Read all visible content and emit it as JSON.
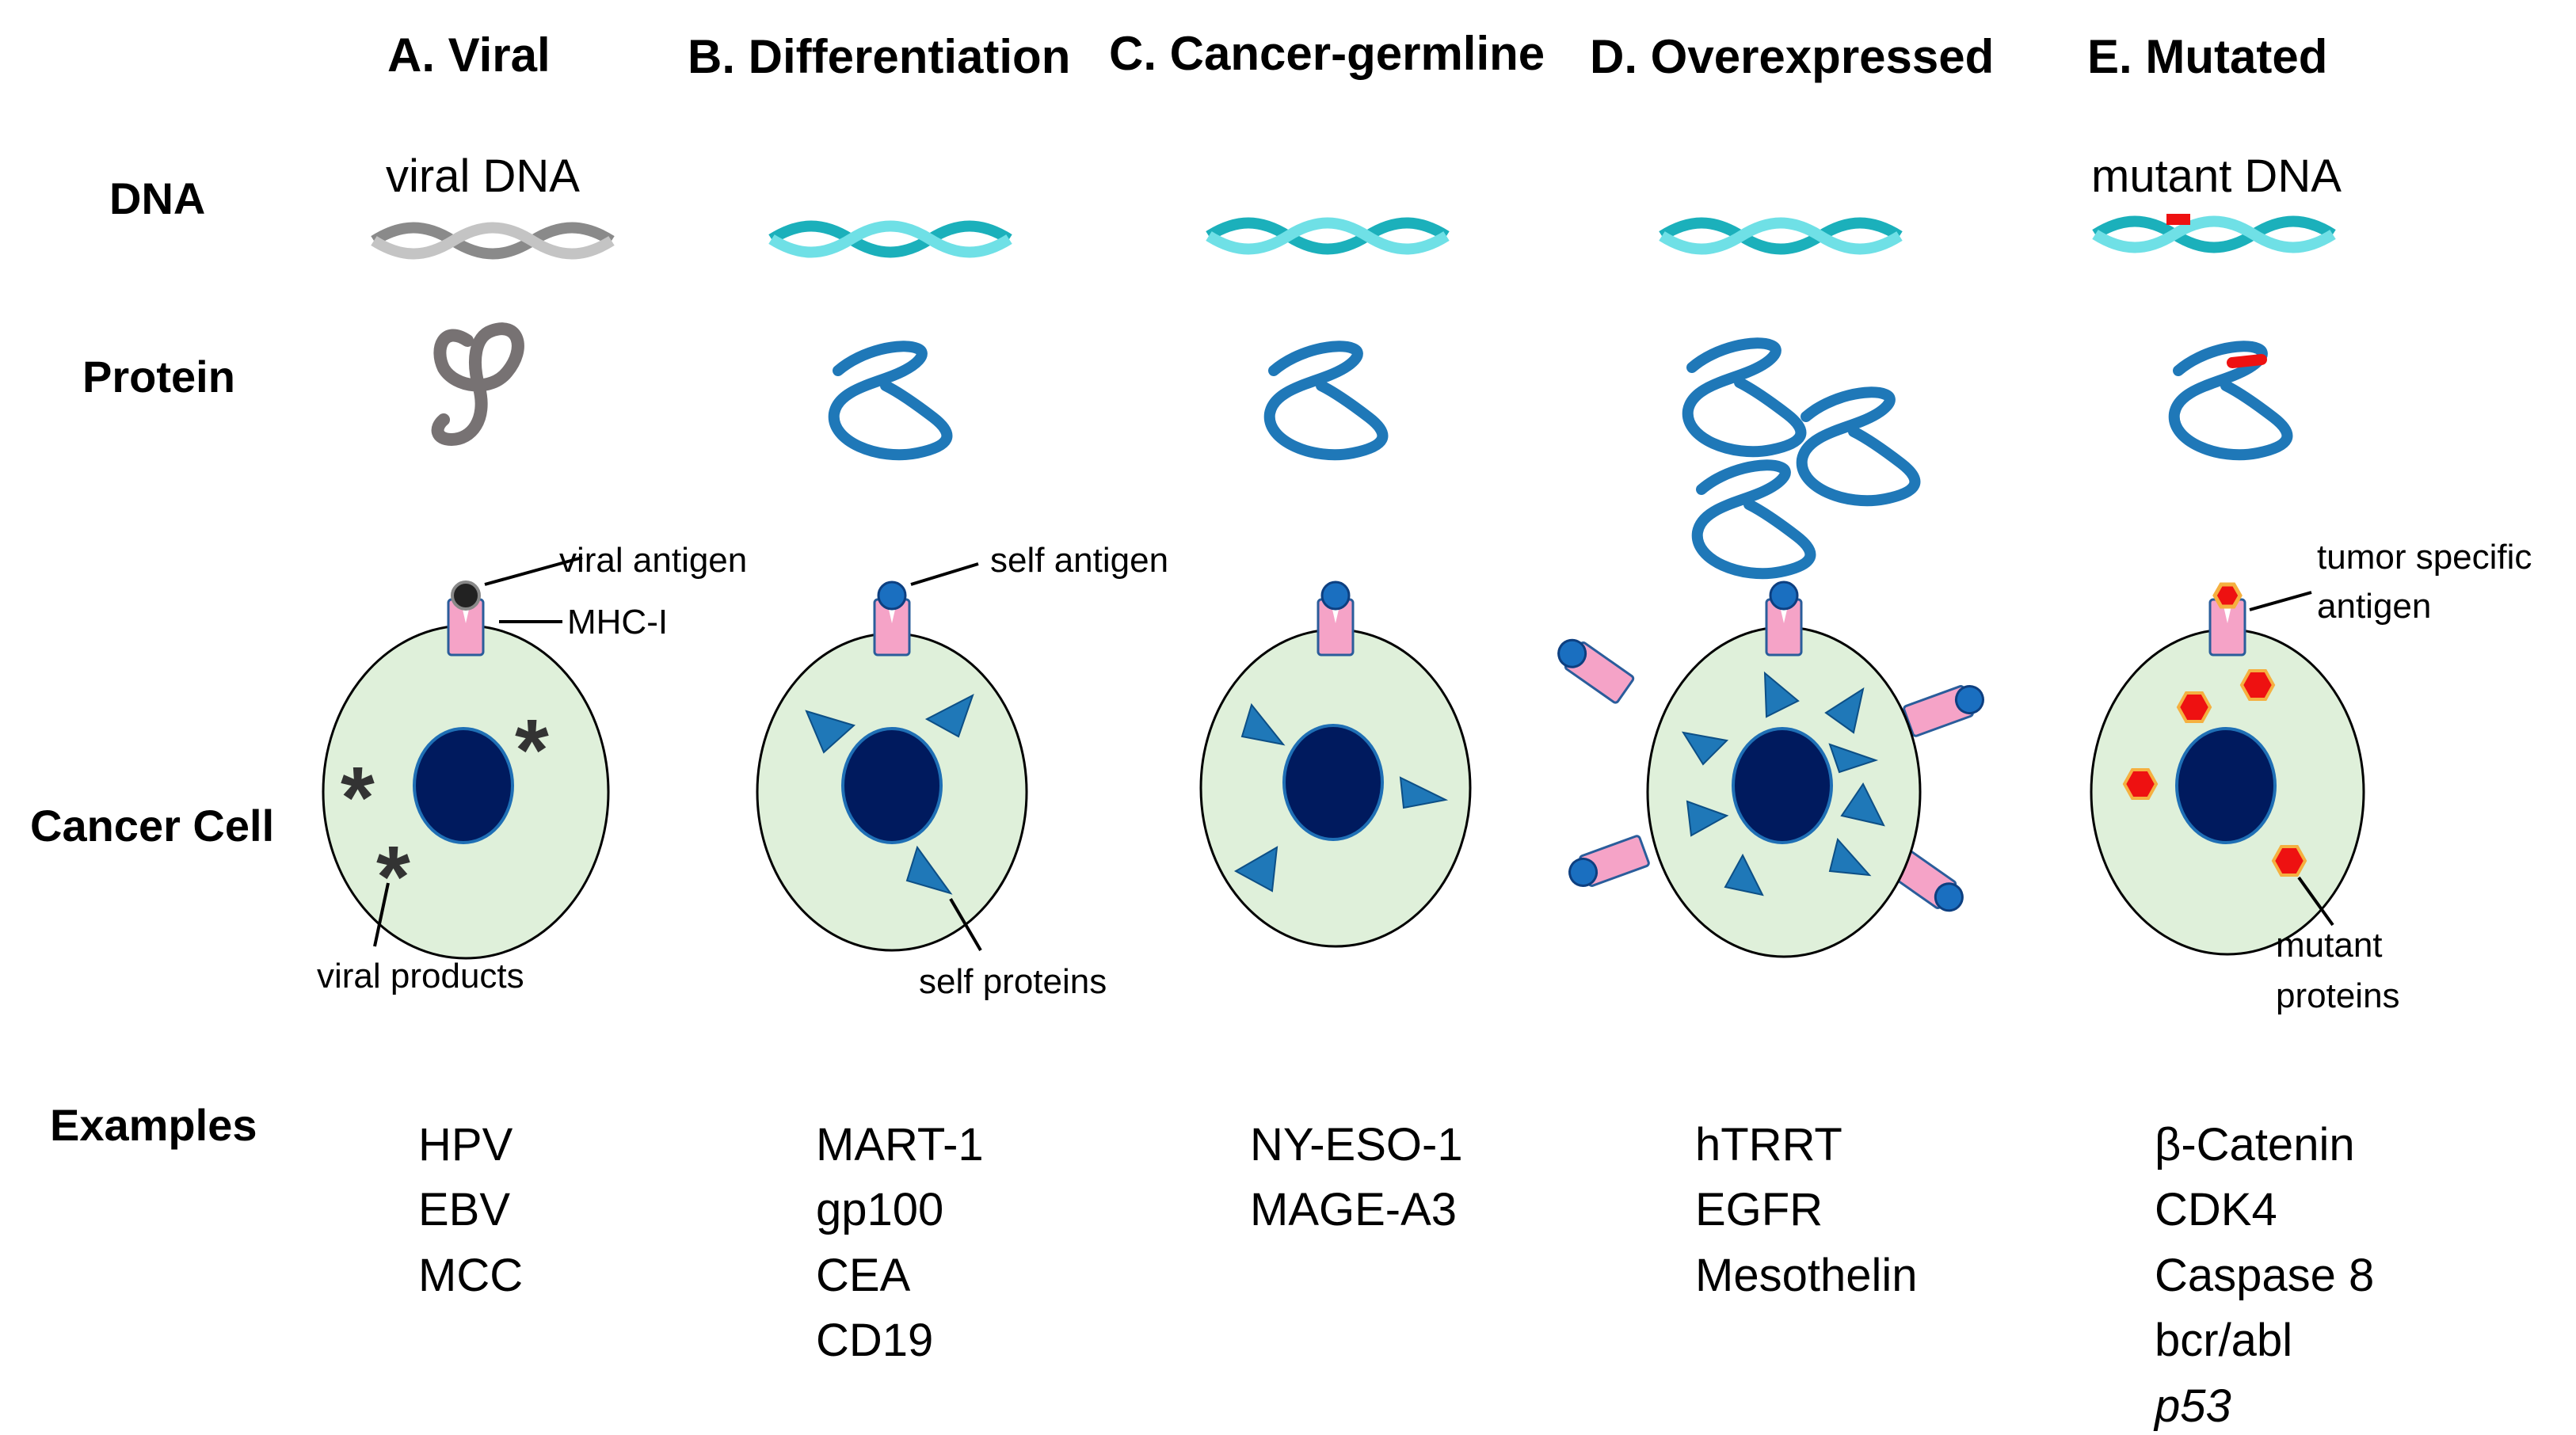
{
  "columns": [
    {
      "title": "A. Viral",
      "dna_label": "viral DNA",
      "examples": [
        "HPV",
        "EBV",
        "MCC"
      ]
    },
    {
      "title": "B. Differentiation",
      "dna_label": "",
      "examples": [
        "MART-1",
        "gp100",
        "CEA",
        "CD19"
      ]
    },
    {
      "title": "C. Cancer-germline",
      "dna_label": "",
      "examples": [
        "NY-ESO-1",
        "MAGE-A3"
      ]
    },
    {
      "title": "D. Overexpressed",
      "dna_label": "",
      "examples": [
        "hTRRT",
        "EGFR",
        "Mesothelin"
      ]
    },
    {
      "title": "E. Mutated",
      "dna_label": "mutant DNA",
      "examples": [
        "β-Catenin",
        "CDK4",
        "Caspase 8",
        "bcr/abl",
        "p53"
      ]
    }
  ],
  "rows": {
    "dna": "DNA",
    "protein": "Protein",
    "cancer_cell": "Cancer Cell",
    "examples": "Examples"
  },
  "callouts": {
    "viral_antigen": "viral antigen",
    "mhc_i": "MHC-I",
    "viral_products": "viral products",
    "self_antigen": "self antigen",
    "self_proteins": "self proteins",
    "tumor_specific_antigen_line1": "tumor specific",
    "tumor_specific_antigen_line2": "antigen",
    "mutant_proteins_line1": "mutant",
    "mutant_proteins_line2": "proteins"
  },
  "colors": {
    "cell_fill": "#dff0da",
    "nucleus": "#001a5e",
    "nucleus_edge": "#1f6fb5",
    "protein_blue": "#1f78b8",
    "viral_protein": "#777273",
    "dna_cyan": "#2ec4cc",
    "dna_grey": "#9a9a9a",
    "mhc_pink": "#f5a3c7",
    "mutation_red": "#ee1111",
    "mutant_outline": "#f0a030",
    "text": "#000000"
  }
}
